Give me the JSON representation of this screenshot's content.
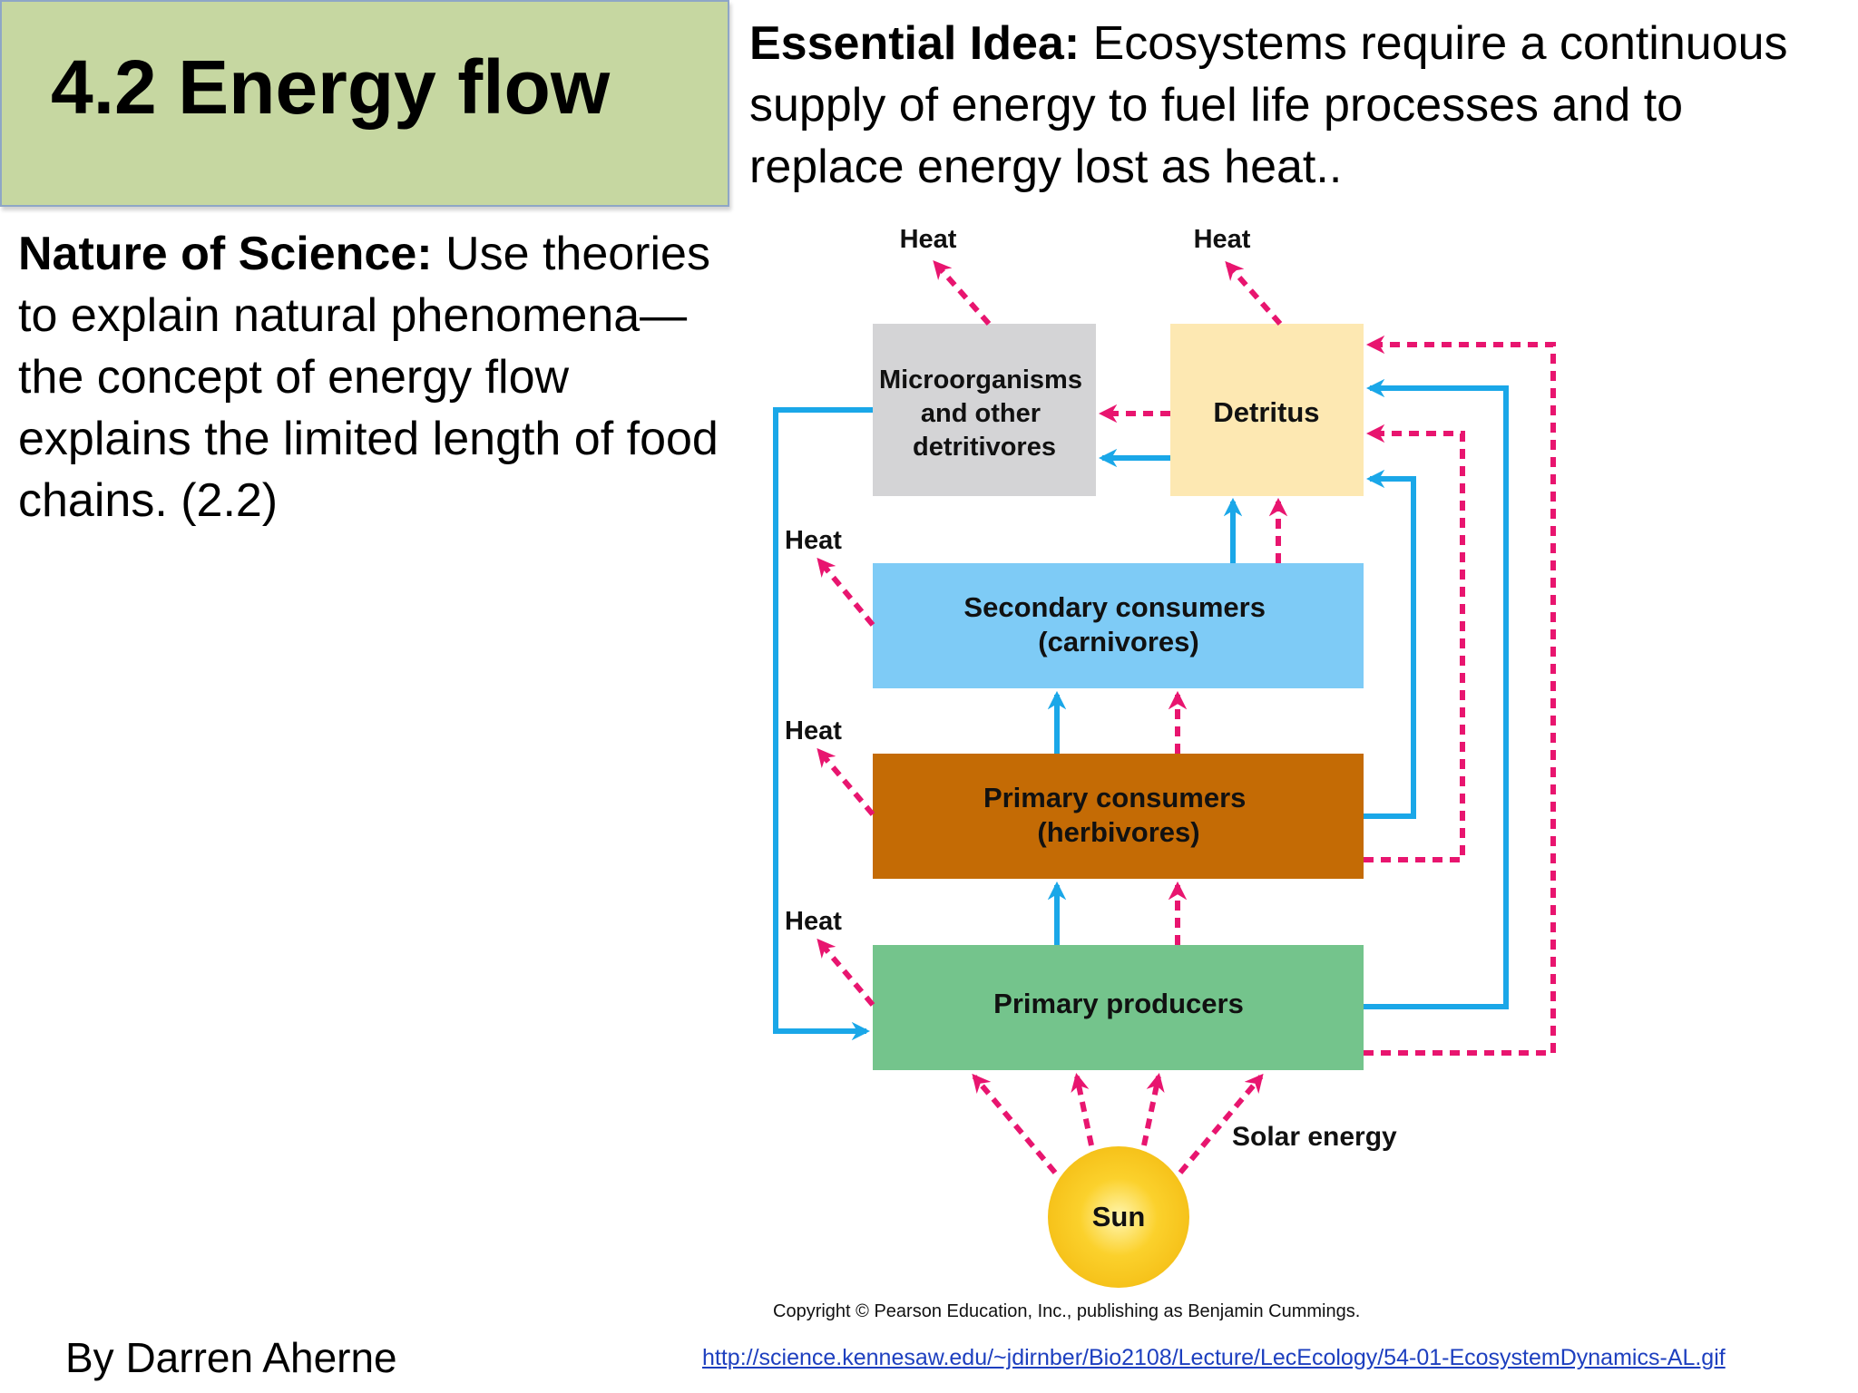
{
  "slide": {
    "title": "4.2 Energy flow",
    "essential_idea_label": "Essential Idea:",
    "essential_idea_text": " Ecosystems require a continuous supply of energy to fuel life processes and to replace energy lost as heat..",
    "nature_label": "Nature of Science:",
    "nature_text": " Use theories to explain natural phenomena—the concept of energy flow explains the limited length of food chains. (2.2)",
    "author": "By Darren Aherne",
    "source_link": "http://science.kennesaw.edu/~jdirnber/Bio2108/Lecture/LecEcology/54-01-EcosystemDynamics-AL.gif"
  },
  "diagram": {
    "heat_label": "Heat",
    "boxes": {
      "microorganisms": [
        "Microorganisms",
        "and other",
        "detritivores"
      ],
      "detritus": "Detritus",
      "secondary": [
        "Secondary consumers",
        "(carnivores)"
      ],
      "primary_consumers": [
        "Primary consumers",
        "(herbivores)"
      ],
      "producers": "Primary producers"
    },
    "solar_energy": "Solar energy",
    "sun": "Sun",
    "copyright": "Copyright © Pearson Education, Inc., publishing as Benjamin Cummings.",
    "colors": {
      "energy_flow_blue": "#1aa7e8",
      "heat_pink": "#e8156f",
      "microorganisms_box": "#d4d4d6",
      "detritus_box": "#fde8b2",
      "secondary_box": "#7ecbf6",
      "primary_consumers_box": "#c46b05",
      "producers_box": "#74c48c",
      "sun": "#fbd12c"
    }
  }
}
